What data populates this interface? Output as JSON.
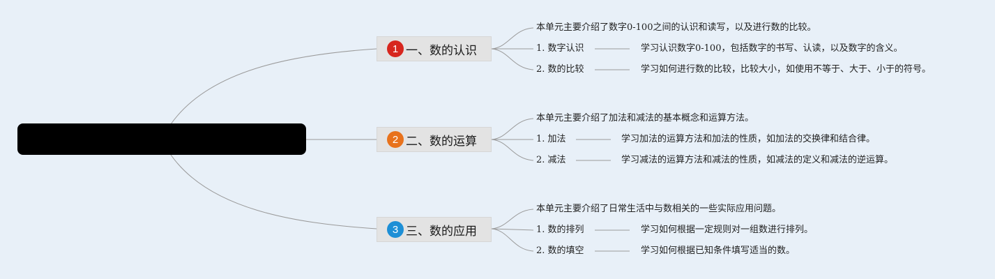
{
  "colors": {
    "background": "#e8f0f8",
    "root": "#000000",
    "badge_1": "#d7261e",
    "badge_2": "#e8721c",
    "badge_3": "#1d8fd6",
    "connector": "#9a9a9a"
  },
  "root": {
    "label": ""
  },
  "branches": [
    {
      "badge": "1",
      "label": "一、数的认识",
      "summary": "本单元主要介绍了数字0-100之间的认识和读写，以及进行数的比较。",
      "items": [
        {
          "title": "1. 数字认识",
          "detail": "学习认识数字0-100，包括数字的书写、认读，以及数字的含义。"
        },
        {
          "title": "2. 数的比较",
          "detail": "学习如何进行数的比较，比较大小，如使用不等于、大于、小于的符号。"
        }
      ]
    },
    {
      "badge": "2",
      "label": "二、数的运算",
      "summary": "本单元主要介绍了加法和减法的基本概念和运算方法。",
      "items": [
        {
          "title": "1. 加法",
          "detail": "学习加法的运算方法和加法的性质，如加法的交换律和结合律。"
        },
        {
          "title": "2. 减法",
          "detail": "学习减法的运算方法和减法的性质，如减法的定义和减法的逆运算。"
        }
      ]
    },
    {
      "badge": "3",
      "label": "三、数的应用",
      "summary": "本单元主要介绍了日常生活中与数相关的一些实际应用问题。",
      "items": [
        {
          "title": "1. 数的排列",
          "detail": "学习如何根据一定规则对一组数进行排列。"
        },
        {
          "title": "2. 数的填空",
          "detail": "学习如何根据已知条件填写适当的数。"
        }
      ]
    }
  ]
}
